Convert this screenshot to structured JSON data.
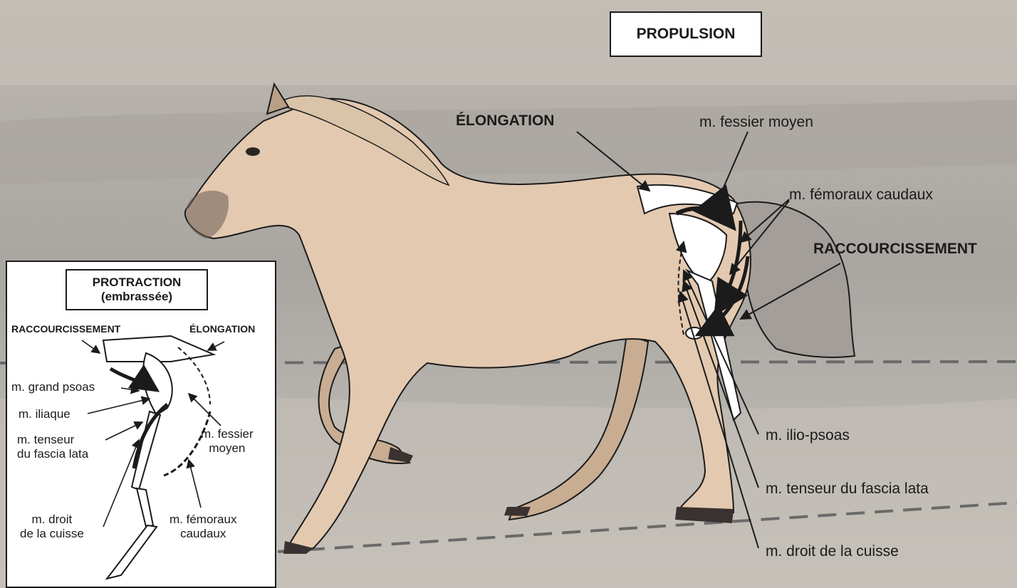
{
  "main": {
    "title": "PROPULSION",
    "elongation": "ÉLONGATION",
    "fessier_moyen": "m. fessier moyen",
    "femoraux_caudaux": "m. fémoraux caudaux",
    "raccourcissement": "RACCOURCISSEMENT",
    "ilio_psoas": "m. ilio-psoas",
    "tenseur": "m. tenseur du fascia lata",
    "droit": "m. droit de la cuisse"
  },
  "inset": {
    "title_line1": "PROTRACTION",
    "title_line2": "(embrassée)",
    "raccourcissement": "RACCOURCISSEMENT",
    "elongation": "ÉLONGATION",
    "grand_psoas": "m. grand psoas",
    "iliaque": "m. iliaque",
    "tenseur_line1": "m. tenseur",
    "tenseur_line2": "du fascia lata",
    "fessier_line1": "m. fessier",
    "fessier_line2": "moyen",
    "droit_line1": "m. droit",
    "droit_line2": "de la cuisse",
    "femoraux_line1": "m. fémoraux",
    "femoraux_line2": "caudaux"
  },
  "colors": {
    "background": "#b9b4ae",
    "horse_coat": "#e3c9b0",
    "ink": "#1b1b1b"
  }
}
